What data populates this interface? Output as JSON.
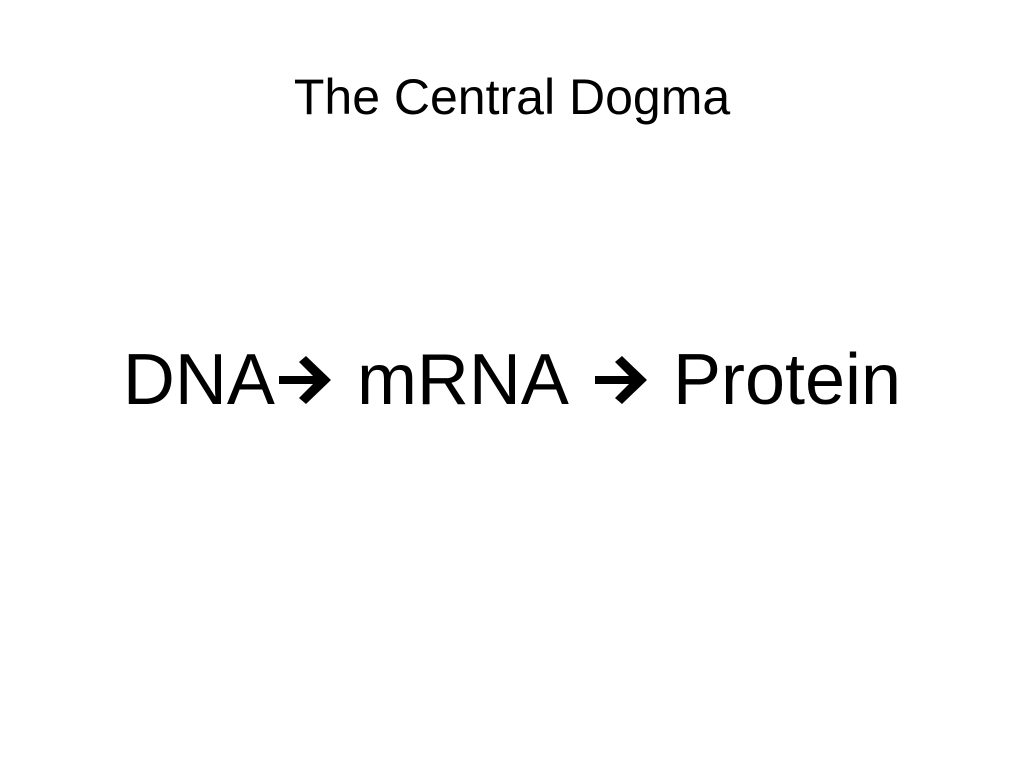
{
  "slide": {
    "title": "The Central Dogma",
    "flow": {
      "term_1": "DNA",
      "term_2": "mRNA",
      "term_3": "Protein",
      "connector_icon": "right-arrow-icon"
    }
  }
}
